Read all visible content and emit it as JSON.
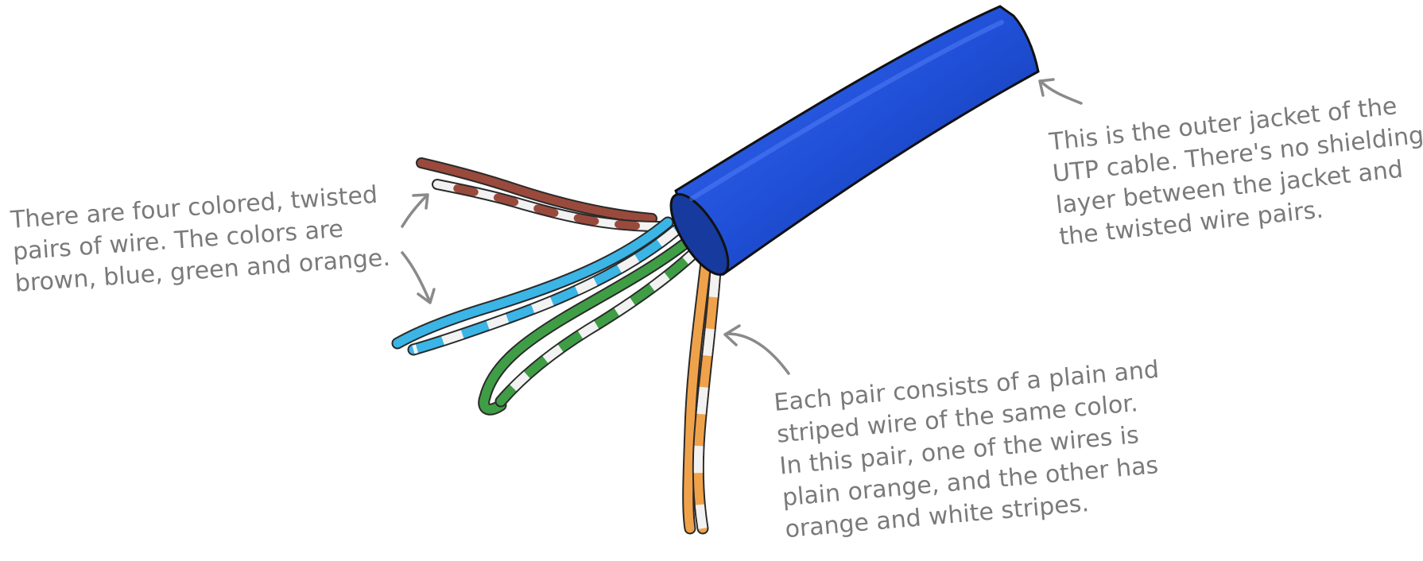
{
  "annotations": {
    "pairs": {
      "lines": [
        "There are four colored, twisted",
        "pairs of wire. The colors are",
        "brown, blue, green and orange."
      ]
    },
    "jacket": {
      "lines": [
        "This is the outer jacket of the",
        "UTP cable. There's no shielding",
        "layer between the jacket and",
        "the twisted wire pairs."
      ]
    },
    "pair_detail": {
      "lines": [
        "Each pair consists of a plain and",
        "striped wire of the same color.",
        "In this pair, one of the wires is",
        "plain orange, and the other has",
        "orange and white stripes."
      ]
    }
  },
  "colors": {
    "jacket": "#1f4fd6",
    "brown": "#9a4a3c",
    "blue": "#3ab5e6",
    "green": "#3f9e45",
    "orange": "#f0a24a",
    "stripe": "#f2f2f2",
    "annotation_text": "#7a7a7a"
  },
  "icons": [
    "curved-arrow-icon"
  ]
}
